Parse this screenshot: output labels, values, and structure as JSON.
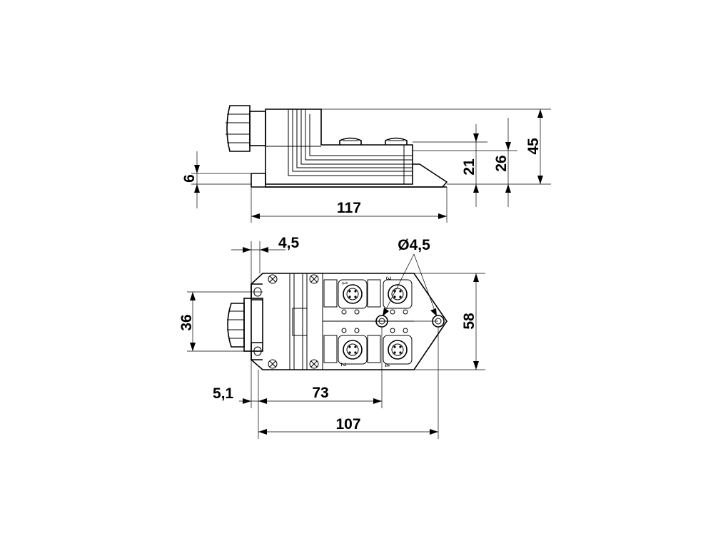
{
  "dimensions": {
    "height_base": "6",
    "height_port": "21",
    "height_top": "26",
    "height_total": "45",
    "length_side": "117",
    "offset_left": "4,5",
    "hole_diameter": "Ø4,5",
    "width_cable": "36",
    "width_body": "58",
    "offset_bottom": "5,1",
    "port_pitch": "73",
    "hole_spacing": "107"
  },
  "port_numbers": [
    "1",
    "2",
    "3",
    "4"
  ]
}
